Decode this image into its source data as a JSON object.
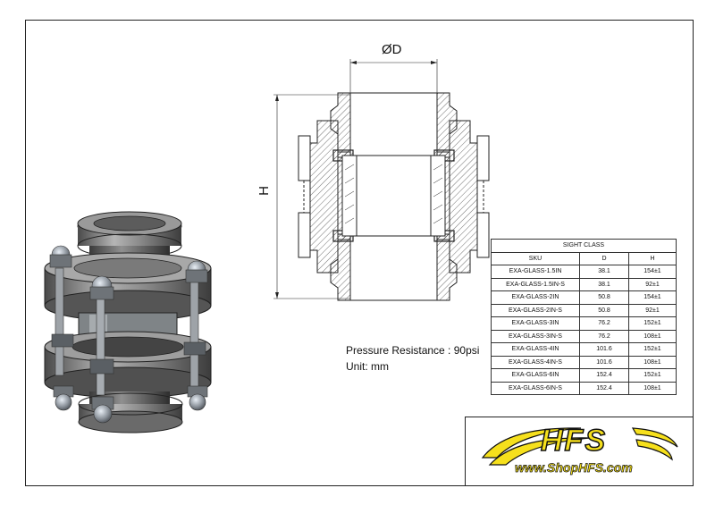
{
  "dimensions": {
    "diameter_label": "ØD",
    "height_label": "H"
  },
  "notes": {
    "pressure": "Pressure Resistance : 90psi",
    "unit": "Unit: mm"
  },
  "table": {
    "title": "SIGHT CLASS",
    "headers": [
      "SKU",
      "D",
      "H"
    ],
    "rows": [
      [
        "EXA-GLASS-1.5IN",
        "38.1",
        "154±1"
      ],
      [
        "EXA-GLASS-1.5IN-S",
        "38.1",
        "92±1"
      ],
      [
        "EXA-GLASS-2IN",
        "50.8",
        "154±1"
      ],
      [
        "EXA-GLASS-2IN-S",
        "50.8",
        "92±1"
      ],
      [
        "EXA-GLASS-3IN",
        "76.2",
        "152±1"
      ],
      [
        "EXA-GLASS-3IN-S",
        "76.2",
        "108±1"
      ],
      [
        "EXA-GLASS-4IN",
        "101.6",
        "152±1"
      ],
      [
        "EXA-GLASS-4IN-S",
        "101.6",
        "108±1"
      ],
      [
        "EXA-GLASS-6IN",
        "152.4",
        "152±1"
      ],
      [
        "EXA-GLASS-6IN-S",
        "152.4",
        "108±1"
      ]
    ]
  },
  "logo": {
    "brand": "HFS",
    "url": "www.ShopHFS.com",
    "colors": {
      "fill": "#f6e01c",
      "outline": "#111111"
    }
  }
}
